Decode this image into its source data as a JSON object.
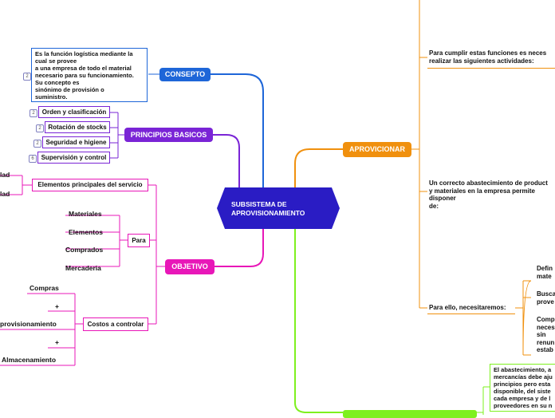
{
  "center": {
    "title": "SUBSISTEMA DE\nAPROVISIONAMIENTO"
  },
  "concepto": {
    "label": "CONSEPTO",
    "text": "Es la función logística mediante la\ncual se provee\na una empresa de todo el material\nnecesario para su funcionamiento.\nSu concepto es\nsinónimo de provisión o\nsuministro.",
    "badge": "2"
  },
  "principios": {
    "label": "PRINCIPIOS BASICOS",
    "items": [
      {
        "label": "Orden y clasificación",
        "badge": "2"
      },
      {
        "label": "Rotación de stocks",
        "badge": "2"
      },
      {
        "label": "Seguridad e higiene",
        "badge": "2"
      },
      {
        "label": "Supervisión y control",
        "badge": "6"
      }
    ]
  },
  "objetivo": {
    "label": "OBJETIVO",
    "elementos": {
      "label": "Elementos principales del servicio",
      "left_items": [
        "lad",
        "lad"
      ]
    },
    "para": {
      "label": "Para",
      "items": [
        "Materiales",
        "Elementos",
        "Comprados",
        "Mercaderia"
      ]
    },
    "costos": {
      "label": "Costos a controlar",
      "items": [
        "Compras",
        "+",
        "provisionamiento",
        "+",
        "Almacenamiento"
      ]
    }
  },
  "aprovicionar": {
    "label": "APROVICIONAR",
    "item1": "Para cumplir estas funciones es neces\nrealizar las siguientes actividades:",
    "item2": "Un correcto abastecimiento de product\ny materiales en la empresa permite\ndisponer\nde:",
    "item3": {
      "label": "Para ello, necesitaremos:",
      "subs": [
        "Defin\nmate",
        "Busca\nprove",
        "Comp\nneces\nsin\nrenun\nestab"
      ]
    }
  },
  "bottom": {
    "text": "El abastecimiento, a\nmercancías debe aju\nprincipios pero esta\ndisponible, del siste\ncada empresa y de l\nproveedores en su n"
  },
  "colors": {
    "concepto": "#1e66d8",
    "principios": "#7a24d6",
    "objetivo": "#e817b8",
    "aprovicionar": "#f0900e",
    "green": "#7ef01e",
    "center": "#2a1cc4"
  }
}
